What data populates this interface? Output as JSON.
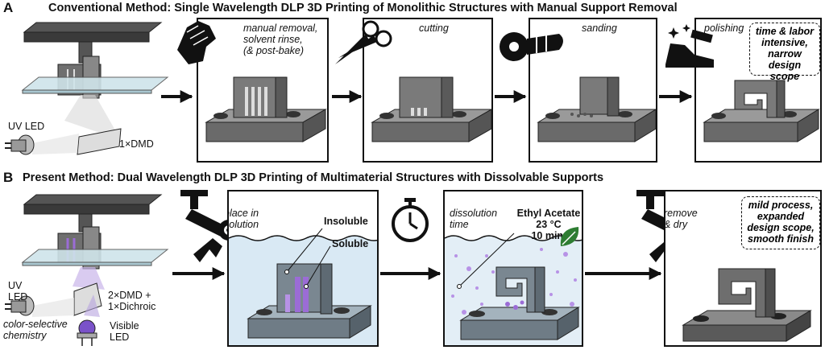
{
  "row_a": {
    "letter": "A",
    "title": "Conventional Method: Single Wavelength DLP 3D Printing of Monolithic Structures with Manual Support Removal",
    "uv_led_label": "UV LED",
    "dmd_label": "1×DMD",
    "steps": [
      {
        "caption_lines": [
          "manual removal,",
          "solvent rinse,",
          "(& post-bake)"
        ]
      },
      {
        "caption_lines": [
          "cutting"
        ]
      },
      {
        "caption_lines": [
          "sanding"
        ]
      },
      {
        "caption_lines": [
          "polishing"
        ]
      }
    ],
    "note_lines": [
      "time & labor",
      "intensive,",
      "narrow",
      "design scope"
    ]
  },
  "row_b": {
    "letter": "B",
    "title": "Present Method: Dual Wavelength DLP 3D Printing of Multimaterial Structures with Dissolvable Supports",
    "uv_led_lines": [
      "UV",
      "LED"
    ],
    "dmd_lines": [
      "2×DMD +",
      "1×Dichroic"
    ],
    "chem_lines": [
      "color-selective",
      "chemistry"
    ],
    "visible_led_lines": [
      "Visible",
      "LED"
    ],
    "step1_caption_lines": [
      "place in",
      "solution"
    ],
    "insoluble_label": "Insoluble",
    "soluble_label": "Soluble",
    "step2_caption_lines": [
      "dissolution",
      "time"
    ],
    "solvent_lines": [
      "Ethyl Acetate",
      "23 °C",
      "10 min."
    ],
    "step3_caption_lines": [
      "remove",
      "& dry"
    ],
    "note_lines": [
      "mild process,",
      "expanded",
      "design scope,",
      "smooth finish"
    ]
  },
  "colors": {
    "ink": "#111111",
    "solution": "#d9e9f4",
    "soluble_purple": "#9b6cd6",
    "leaf_green": "#2e7d32",
    "glass": "#cfe4ea"
  }
}
